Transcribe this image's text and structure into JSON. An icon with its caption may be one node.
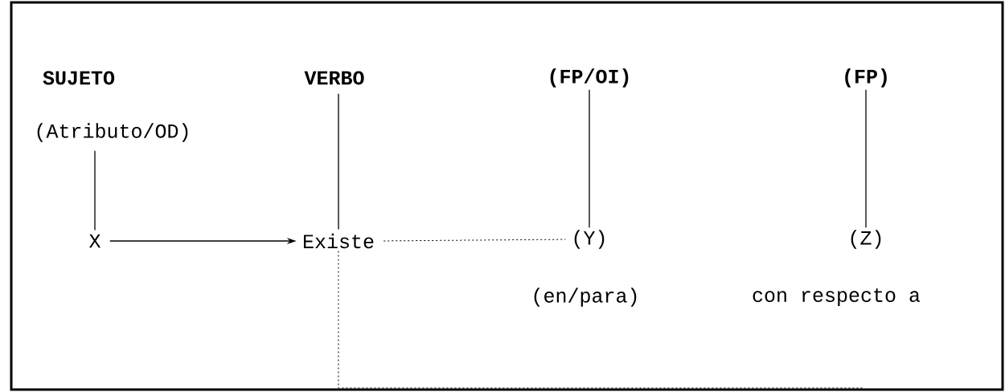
{
  "diagram": {
    "nodes": [
      {
        "text": [
          "SUJETO"
        ]
      },
      {
        "text": [
          "VERBO"
        ]
      },
      {
        "text": [
          "(FP/OI)"
        ]
      },
      {
        "text": [
          "(FP)"
        ]
      },
      {
        "text": [
          "(Atributo/OD)"
        ]
      },
      {
        "text": [
          "X"
        ]
      },
      {
        "text": [
          "Existe"
        ]
      },
      {
        "text": [
          "(Y)"
        ]
      },
      {
        "text": [
          "(Z)"
        ]
      },
      {
        "text": [
          "(en/para)"
        ]
      },
      {
        "text": [
          "con respecto a"
        ]
      }
    ],
    "edges": [
      {
        "from": 4,
        "to": 5,
        "arrow": "none"
      },
      {
        "from": 1,
        "to": 6,
        "arrow": "none"
      },
      {
        "from": 2,
        "to": 7,
        "arrow": "none"
      },
      {
        "from": 3,
        "to": 8,
        "arrow": "none"
      },
      {
        "from": 5,
        "to": 6,
        "arrow": "to"
      },
      {
        "from": 6,
        "to": 7,
        "arrow": "none",
        "style": "dashed"
      },
      {
        "from": 6,
        "to": null,
        "arrow": "none",
        "style": "dashed"
      }
    ]
  }
}
